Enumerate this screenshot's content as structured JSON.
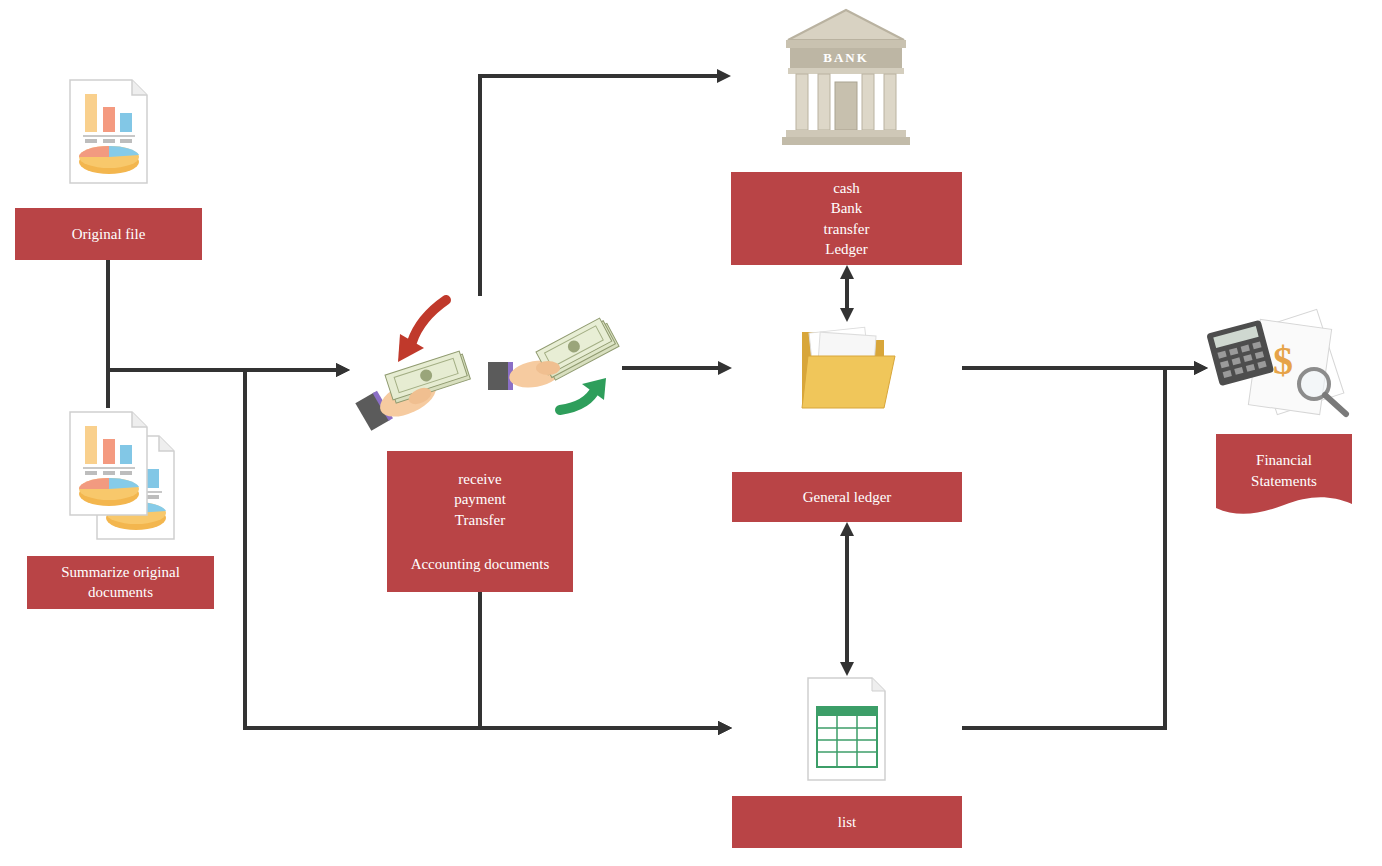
{
  "diagram": {
    "nodes": [
      {
        "text": [
          "Original file"
        ]
      },
      {
        "text": [
          "Summarize original documents"
        ]
      },
      {
        "text": [
          "receive payment Transfer",
          "Accounting documents"
        ]
      },
      {
        "text": [
          "cash Bank transfer Ledger"
        ]
      },
      {
        "text": [
          "General ledger"
        ]
      },
      {
        "text": [
          "list"
        ]
      },
      {
        "text": [
          "Financial Statements"
        ]
      }
    ],
    "edges": [
      {
        "from": 0,
        "to": 2,
        "arrow": "to"
      },
      {
        "from": 1,
        "to": 2,
        "arrow": "to"
      },
      {
        "from": 0,
        "to": 5,
        "arrow": "to"
      },
      {
        "from": 1,
        "to": 5,
        "arrow": "to"
      },
      {
        "from": 2,
        "to": 3,
        "arrow": "to"
      },
      {
        "from": 2,
        "to": 5,
        "arrow": "to"
      },
      {
        "from": 2,
        "to": 4,
        "arrow": "to"
      },
      {
        "from": 3,
        "to": 4,
        "arrow": "both"
      },
      {
        "from": 4,
        "to": 6,
        "arrow": "to"
      },
      {
        "from": 4,
        "to": 5,
        "arrow": "both"
      },
      {
        "from": 5,
        "to": 6,
        "arrow": "to"
      }
    ],
    "labels": [
      "BANK",
      "$"
    ]
  }
}
